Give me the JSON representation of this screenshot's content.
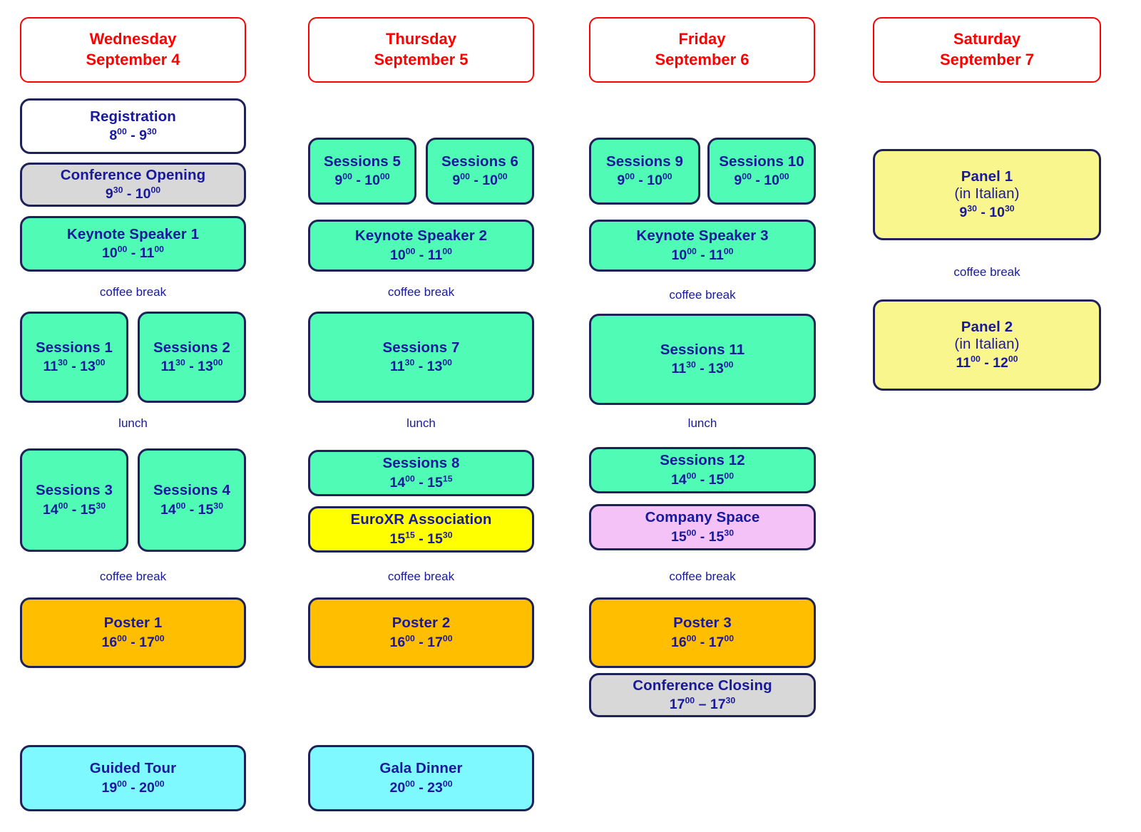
{
  "colors": {
    "title_red": "#FF0000",
    "text_blue": "#18199B",
    "border_navy": "#1F2259",
    "session_green": "#50FBB5",
    "poster_orange": "#FFBF00",
    "social_cyan": "#7DF9FF",
    "opening_gray": "#D8D8D8",
    "euroxr_yellow": "#FFFF00",
    "panel_yellow": "#FAF68E",
    "company_pink": "#F5C2F7",
    "background": "#FFFFFF"
  },
  "days": [
    {
      "id": "wednesday",
      "weekday": "Wednesday",
      "date": "September 4",
      "events": [
        {
          "id": "registration",
          "title": "Registration",
          "start": "8",
          "start_sup": "00",
          "dash": "-",
          "end": "9",
          "end_sup": "30",
          "color": "white"
        },
        {
          "id": "conference-opening",
          "title": "Conference Opening",
          "start": "9",
          "start_sup": "30",
          "dash": "-",
          "end": "10",
          "end_sup": "00",
          "color": "gray"
        },
        {
          "id": "keynote-speaker-1",
          "title": "Keynote Speaker 1",
          "start": "10",
          "start_sup": "00",
          "dash": "-",
          "end": "11",
          "end_sup": "00",
          "color": "green"
        },
        {
          "id": "sessions-1",
          "title": "Sessions 1",
          "start": "11",
          "start_sup": "30",
          "dash": "-",
          "end": "13",
          "end_sup": "00",
          "color": "green"
        },
        {
          "id": "sessions-2",
          "title": "Sessions 2",
          "start": "11",
          "start_sup": "30",
          "dash": "-",
          "end": "13",
          "end_sup": "00",
          "color": "green"
        },
        {
          "id": "sessions-3",
          "title": "Sessions 3",
          "start": "14",
          "start_sup": "00",
          "dash": "-",
          "end": "15",
          "end_sup": "30",
          "color": "green"
        },
        {
          "id": "sessions-4",
          "title": "Sessions 4",
          "start": "14",
          "start_sup": "00",
          "dash": "-",
          "end": "15",
          "end_sup": "30",
          "color": "green"
        },
        {
          "id": "poster-1",
          "title": "Poster 1",
          "start": "16",
          "start_sup": "00",
          "dash": "-",
          "end": "17",
          "end_sup": "00",
          "color": "orange"
        },
        {
          "id": "guided-tour",
          "title": "Guided Tour",
          "start": "19",
          "start_sup": "00",
          "dash": "-",
          "end": "20",
          "end_sup": "00",
          "color": "cyan"
        }
      ],
      "breaks": [
        {
          "id": "wed-coffee-1",
          "label": "coffee break"
        },
        {
          "id": "wed-lunch",
          "label": "lunch"
        },
        {
          "id": "wed-coffee-2",
          "label": "coffee break"
        }
      ]
    },
    {
      "id": "thursday",
      "weekday": "Thursday",
      "date": "September 5",
      "events": [
        {
          "id": "sessions-5",
          "title": "Sessions 5",
          "start": "9",
          "start_sup": "00",
          "dash": "-",
          "end": "10",
          "end_sup": "00",
          "color": "green"
        },
        {
          "id": "sessions-6",
          "title": "Sessions 6",
          "start": "9",
          "start_sup": "00",
          "dash": "-",
          "end": "10",
          "end_sup": "00",
          "color": "green"
        },
        {
          "id": "keynote-speaker-2",
          "title": "Keynote Speaker 2",
          "start": "10",
          "start_sup": "00",
          "dash": "-",
          "end": "11",
          "end_sup": "00",
          "color": "green"
        },
        {
          "id": "sessions-7",
          "title": "Sessions 7",
          "start": "11",
          "start_sup": "30",
          "dash": "-",
          "end": "13",
          "end_sup": "00",
          "color": "green"
        },
        {
          "id": "sessions-8",
          "title": "Sessions 8",
          "start": "14",
          "start_sup": "00",
          "dash": "-",
          "end": "15",
          "end_sup": "15",
          "color": "green"
        },
        {
          "id": "euroxr-association",
          "title": "EuroXR Association",
          "start": "15",
          "start_sup": "15",
          "dash": "-",
          "end": "15",
          "end_sup": "30",
          "color": "yellow"
        },
        {
          "id": "poster-2",
          "title": "Poster 2",
          "start": "16",
          "start_sup": "00",
          "dash": "-",
          "end": "17",
          "end_sup": "00",
          "color": "orange"
        },
        {
          "id": "gala-dinner",
          "title": "Gala Dinner",
          "start": "20",
          "start_sup": "00",
          "dash": "-",
          "end": "23",
          "end_sup": "00",
          "color": "cyan"
        }
      ],
      "breaks": [
        {
          "id": "thu-coffee-1",
          "label": "coffee break"
        },
        {
          "id": "thu-lunch",
          "label": "lunch"
        },
        {
          "id": "thu-coffee-2",
          "label": "coffee break"
        }
      ]
    },
    {
      "id": "friday",
      "weekday": "Friday",
      "date": "September 6",
      "events": [
        {
          "id": "sessions-9",
          "title": "Sessions 9",
          "start": "9",
          "start_sup": "00",
          "dash": "-",
          "end": "10",
          "end_sup": "00",
          "color": "green"
        },
        {
          "id": "sessions-10",
          "title": "Sessions 10",
          "start": "9",
          "start_sup": "00",
          "dash": "-",
          "end": "10",
          "end_sup": "00",
          "color": "green"
        },
        {
          "id": "keynote-speaker-3",
          "title": "Keynote Speaker 3",
          "start": "10",
          "start_sup": "00",
          "dash": "-",
          "end": "11",
          "end_sup": "00",
          "color": "green"
        },
        {
          "id": "sessions-11",
          "title": "Sessions 11",
          "start": "11",
          "start_sup": "30",
          "dash": "-",
          "end": "13",
          "end_sup": "00",
          "color": "green"
        },
        {
          "id": "sessions-12",
          "title": "Sessions 12",
          "start": "14",
          "start_sup": "00",
          "dash": "-",
          "end": "15",
          "end_sup": "00",
          "color": "green"
        },
        {
          "id": "company-space",
          "title": "Company Space",
          "start": "15",
          "start_sup": "00",
          "dash": "-",
          "end": "15",
          "end_sup": "30",
          "color": "pink"
        },
        {
          "id": "poster-3",
          "title": "Poster 3",
          "start": "16",
          "start_sup": "00",
          "dash": "-",
          "end": "17",
          "end_sup": "00",
          "color": "orange"
        },
        {
          "id": "conference-closing",
          "title": "Conference Closing",
          "start": "17",
          "start_sup": "00",
          "dash": "–",
          "end": "17",
          "end_sup": "30",
          "color": "gray"
        }
      ],
      "breaks": [
        {
          "id": "fri-coffee-1",
          "label": "coffee break"
        },
        {
          "id": "fri-lunch",
          "label": "lunch"
        },
        {
          "id": "fri-coffee-2",
          "label": "coffee break"
        }
      ]
    },
    {
      "id": "saturday",
      "weekday": "Saturday",
      "date": "September 7",
      "events": [
        {
          "id": "panel-1",
          "title": "Panel 1",
          "subtitle": "(in Italian)",
          "start": "9",
          "start_sup": "30",
          "dash": "-",
          "end": "10",
          "end_sup": "30",
          "color": "lyellow"
        },
        {
          "id": "panel-2",
          "title": "Panel 2",
          "subtitle": "(in Italian)",
          "start": "11",
          "start_sup": "00",
          "dash": "-",
          "end": "12",
          "end_sup": "00",
          "color": "lyellow"
        }
      ],
      "breaks": [
        {
          "id": "sat-coffee-1",
          "label": "coffee break"
        }
      ]
    }
  ]
}
